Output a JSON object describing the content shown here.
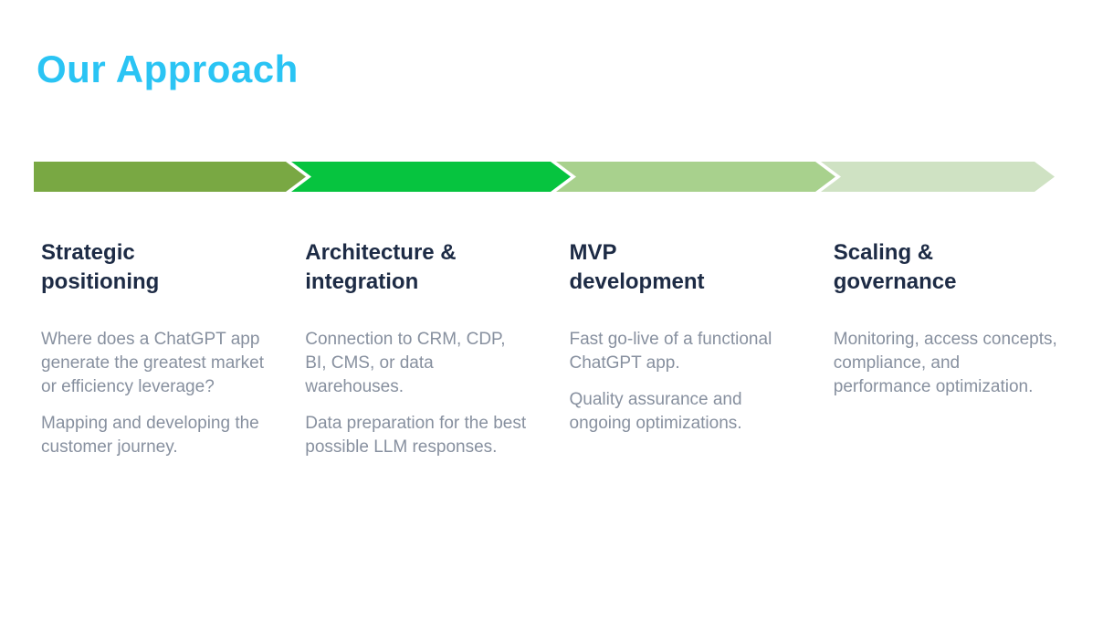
{
  "page": {
    "title": "Our Approach",
    "title_color": "#2AC4F4",
    "background": "#ffffff"
  },
  "colors": {
    "heading_text": "#1D2B45",
    "body_text": "#87909F"
  },
  "process_bar": {
    "segments": [
      {
        "name": "strategic-positioning",
        "color": "#79A843"
      },
      {
        "name": "architecture-integration",
        "color": "#06C43F"
      },
      {
        "name": "mvp-development",
        "color": "#A8D18D"
      },
      {
        "name": "scaling-governance",
        "color": "#CFE2C3"
      }
    ]
  },
  "columns": [
    {
      "heading": "Strategic positioning",
      "heading_lines": [
        "Strategic",
        "positioning"
      ],
      "paragraphs": [
        "Where does a ChatGPT app generate the greatest market or efficiency leverage?",
        "Mapping and developing the customer journey."
      ]
    },
    {
      "heading": "Architecture & integration",
      "heading_lines": [
        "Architecture &",
        "integration"
      ],
      "paragraphs": [
        "Connection to CRM, CDP, BI, CMS, or data warehouses.",
        "Data preparation for the best possible LLM responses."
      ]
    },
    {
      "heading": "MVP development",
      "heading_lines": [
        "MVP",
        "development"
      ],
      "paragraphs": [
        "Fast go-live of a functional ChatGPT app.",
        "Quality assurance and ongoing optimizations."
      ]
    },
    {
      "heading": "Scaling & governance",
      "heading_lines": [
        "Scaling &",
        "governance"
      ],
      "paragraphs": [
        "Monitoring, access concepts, compliance, and performance optimization."
      ]
    }
  ]
}
